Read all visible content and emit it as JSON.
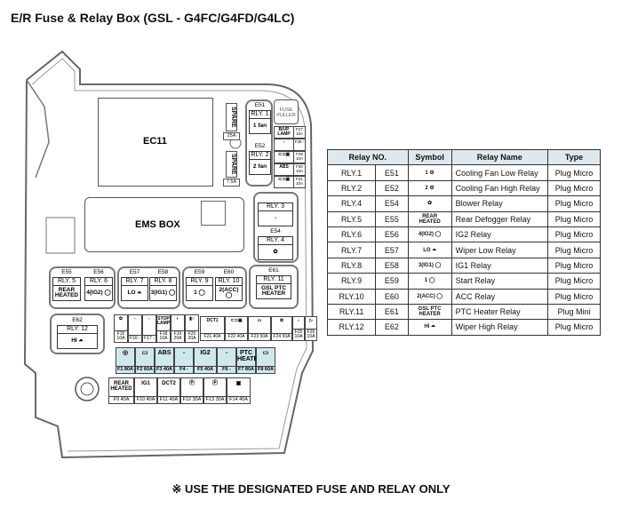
{
  "title": "E/R Fuse & Relay Box (GSL - G4FC/G4FD/G4LC)",
  "footer": "※ USE THE DESIGNATED FUSE AND RELAY ONLY",
  "diagram": {
    "ec11": "EC11",
    "ems": "EMS BOX",
    "fuse_puller": "FUSE PULLER",
    "spare1": "SPARE",
    "spare1_rating": "25A",
    "spare2": "SPARE",
    "spare2_rating": "7.5A",
    "relays": [
      {
        "conn": "E51",
        "no": "RLY. 1",
        "sym": "1 fan"
      },
      {
        "conn": "E52",
        "no": "RLY. 2",
        "sym": "2 fan"
      },
      {
        "conn": "",
        "no": "RLY. 3",
        "sym": "-"
      },
      {
        "conn": "E54",
        "no": "RLY. 4",
        "sym": "✿"
      },
      {
        "conn": "E55",
        "no": "RLY. 5",
        "sym": "REAR HEATED"
      },
      {
        "conn": "E56",
        "no": "RLY. 6",
        "sym": "4(IG2) ◯"
      },
      {
        "conn": "E57",
        "no": "RLY. 7",
        "sym": "LO ⏶"
      },
      {
        "conn": "E58",
        "no": "RLY. 8",
        "sym": "3(IG1) ◯"
      },
      {
        "conn": "E59",
        "no": "RLY. 9",
        "sym": "1 ◯"
      },
      {
        "conn": "E60",
        "no": "RLY. 10",
        "sym": "2(ACC) ◯"
      },
      {
        "conn": "E61",
        "no": "RLY. 11",
        "sym": "GSL PTC HEATER"
      },
      {
        "conn": "E62",
        "no": "RLY. 12",
        "sym": "HI ⏶"
      }
    ],
    "top_fuses": [
      {
        "sym": "B/UP LAMP",
        "rating": "F27 15A"
      },
      {
        "sym": "-",
        "rating": "F28 -"
      },
      {
        "sym": "⊂⊃▣",
        "rating": "F29 10A"
      },
      {
        "sym": "ABS",
        "rating": "F30 10A"
      },
      {
        "sym": "⊂⊃▣",
        "rating": "F31 10A"
      }
    ],
    "small_fuses": [
      {
        "sym": "✿",
        "rating": "F15 10A"
      },
      {
        "sym": "-",
        "rating": "F16 -"
      },
      {
        "sym": "-",
        "rating": "F17 -"
      },
      {
        "sym": "STOP LAMP",
        "rating": "F18 10A"
      },
      {
        "sym": "◐",
        "rating": "F19 20A"
      },
      {
        "sym": "▮○",
        "rating": "F20 20A"
      }
    ],
    "mid_fuses": [
      {
        "sym": "DCT1",
        "rating": "F21 40A"
      },
      {
        "sym": "⊂⊃▣",
        "rating": "F22 40A"
      },
      {
        "sym": "▭",
        "rating": "F23 50A"
      },
      {
        "sym": "✿",
        "rating": "F24 50A"
      },
      {
        "sym": "☼",
        "rating": "F25 10A"
      },
      {
        "sym": "▷",
        "rating": "F26 10A"
      }
    ],
    "main_fuses": [
      {
        "sym": "◎",
        "rating": "F1 80A"
      },
      {
        "sym": "▭",
        "rating": "F2 60A"
      },
      {
        "sym": "ABS",
        "rating": "F3 40A"
      },
      {
        "sym": "-",
        "rating": "F4 -"
      },
      {
        "sym": "IG2",
        "rating": "F5 40A"
      },
      {
        "sym": "-",
        "rating": "F6 -"
      },
      {
        "sym": "PTC HEATER",
        "rating": "F7 80A"
      },
      {
        "sym": "▭",
        "rating": "F8 60A"
      }
    ],
    "bottom_fuses": [
      {
        "sym": "REAR HEATED",
        "rating": "F9 40A"
      },
      {
        "sym": "IG1",
        "rating": "F10 40A"
      },
      {
        "sym": "DCT2",
        "rating": "F11 40A"
      },
      {
        "sym": "Ⓟ",
        "rating": "F12 30A"
      },
      {
        "sym": "Ⓟ",
        "rating": "F13 30A"
      },
      {
        "sym": "▣",
        "rating": "F14 40A"
      }
    ]
  },
  "table": {
    "headers": [
      "Relay NO.",
      "Symbol",
      "Relay Name",
      "Type"
    ],
    "rows": [
      {
        "rly": "RLY.1",
        "conn": "E51",
        "sym": "1 ⚙",
        "name": "Cooling Fan Low Relay",
        "type": "Plug Micro"
      },
      {
        "rly": "RLY.2",
        "conn": "E52",
        "sym": "2 ⚙",
        "name": "Cooling Fan High Relay",
        "type": "Plug Micro"
      },
      {
        "rly": "RLY.4",
        "conn": "E54",
        "sym": "✿",
        "name": "Blower Relay",
        "type": "Plug Micro"
      },
      {
        "rly": "RLY.5",
        "conn": "E55",
        "sym": "REAR HEATED",
        "name": "Rear Defogger Relay",
        "type": "Plug Micro"
      },
      {
        "rly": "RLY.6",
        "conn": "E56",
        "sym": "4(IG2) ◯",
        "name": "IG2 Relay",
        "type": "Plug Micro"
      },
      {
        "rly": "RLY.7",
        "conn": "E57",
        "sym": "LO ⏶",
        "name": "Wiper Low Relay",
        "type": "Plug Micro"
      },
      {
        "rly": "RLY.8",
        "conn": "E58",
        "sym": "3(IG1) ◯",
        "name": "IG1 Relay",
        "type": "Plug Micro"
      },
      {
        "rly": "RLY.9",
        "conn": "E59",
        "sym": "1 ◯",
        "name": "Start Relay",
        "type": "Plug Micro"
      },
      {
        "rly": "RLY.10",
        "conn": "E60",
        "sym": "2(ACC) ◯",
        "name": "ACC Relay",
        "type": "Plug Micro"
      },
      {
        "rly": "RLY.11",
        "conn": "E61",
        "sym": "GSL PTC HEATER",
        "name": "PTC Heater Relay",
        "type": "Plug Mini"
      },
      {
        "rly": "RLY.12",
        "conn": "E62",
        "sym": "HI ⏶",
        "name": "Wiper High Relay",
        "type": "Plug Micro"
      }
    ]
  }
}
